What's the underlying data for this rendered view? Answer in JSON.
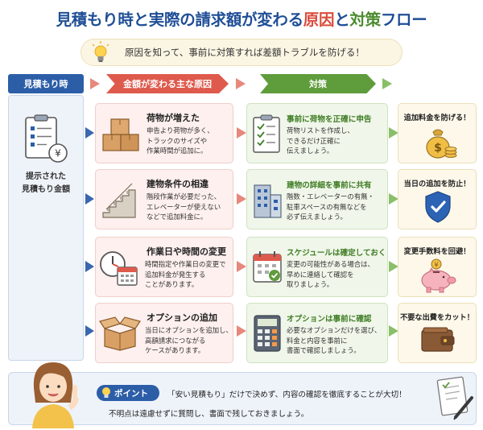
{
  "title": {
    "part1": "見積もり時",
    "part2": "と実際の請求額が変わる",
    "part3": "原因",
    "part4": "と",
    "part5": "対策",
    "part6": "フロー"
  },
  "subtitle": "原因を知って、事前に対策すれば差額トラブルを防げる！",
  "left": {
    "header": "見積もり時",
    "label_line1": "提示された",
    "label_line2": "見積もり金額"
  },
  "headers": {
    "causes": "金額が変わる主な原因",
    "measures": "対策"
  },
  "rows": [
    {
      "cause_title": "荷物が増えた",
      "cause_body": [
        "申告より荷物が多く、",
        "トラックのサイズや",
        "作業時間が追加に。"
      ],
      "cause_icon": "boxes-icon",
      "measure_title": "事前に荷物を正確に申告",
      "measure_body": [
        "荷物リストを作成し、",
        "できるだけ正確に",
        "伝えましょう。"
      ],
      "measure_icon": "checklist-icon",
      "result": "追加料金を防げる！",
      "result_icon": "money-bag-icon"
    },
    {
      "cause_title": "建物条件の相違",
      "cause_body": [
        "階段作業が必要だった、",
        "エレベーターが使えない",
        "などで追加料金に。"
      ],
      "cause_icon": "stairs-icon",
      "measure_title": "建物の詳細を事前に共有",
      "measure_body": [
        "階数・エレベーターの有無・",
        "駐車スペースの有無などを",
        "必ず伝えましょう。"
      ],
      "measure_icon": "building-icon",
      "result": "当日の追加を防止！",
      "result_icon": "shield-check-icon"
    },
    {
      "cause_title": "作業日や時間の変更",
      "cause_body": [
        "時間指定や作業日の変更で",
        "追加料金が発生する",
        "ことがあります。"
      ],
      "cause_icon": "clock-calendar-icon",
      "measure_title": "スケジュールは確定しておく",
      "measure_body": [
        "変更の可能性がある場合は、",
        "早めに連絡して確認を",
        "取りましょう。"
      ],
      "measure_icon": "calendar-check-icon",
      "result": "変更手数料を回避！",
      "result_icon": "piggy-bank-icon"
    },
    {
      "cause_title": "オプションの追加",
      "cause_body": [
        "当日にオプションを追加し、",
        "高額請求につながる",
        "ケースがあります。"
      ],
      "cause_icon": "open-box-icon",
      "measure_title": "オプションは事前に確認",
      "measure_body": [
        "必要なオプションだけを選び、",
        "料金と内容を事前に",
        "書面で確認しましょう。"
      ],
      "measure_icon": "calculator-icon",
      "result": "不要な出費をカット！",
      "result_icon": "wallet-icon"
    }
  ],
  "point": {
    "label": "ポイント",
    "line1": "「安い見積もり」だけで決めず、内容の確認を徹底することが大切！",
    "line2": "不明点は遠慮せずに質問し、書面で残しておきましょう。"
  }
}
